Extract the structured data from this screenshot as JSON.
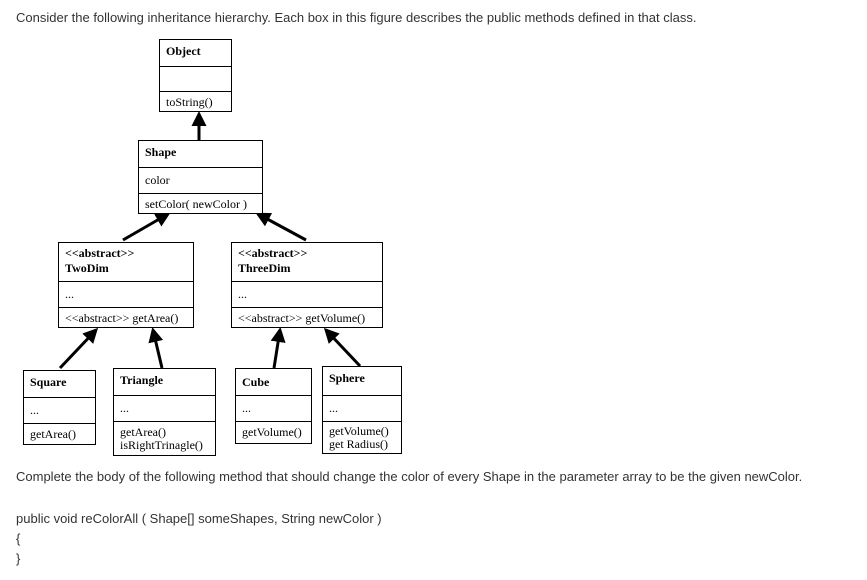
{
  "intro": "Consider the following inheritance hierarchy.  Each box in this figure describes the public methods defined in that class.",
  "classes": {
    "object": {
      "name": "Object",
      "attrs": "",
      "methods": [
        "toString()"
      ]
    },
    "shape": {
      "name": "Shape",
      "attrs": "color",
      "methods": [
        "setColor( newColor )"
      ]
    },
    "twodim": {
      "stereotype": "<<abstract>>",
      "name": "TwoDim",
      "attrs": "...",
      "methods": [
        "<<abstract>> getArea()"
      ]
    },
    "threedim": {
      "stereotype": "<<abstract>>",
      "name": "ThreeDim",
      "attrs": "...",
      "methods": [
        "<<abstract>> getVolume()"
      ]
    },
    "square": {
      "name": "Square",
      "attrs": "...",
      "methods": [
        "getArea()"
      ]
    },
    "triangle": {
      "name": "Triangle",
      "attrs": "...",
      "methods": [
        "getArea()",
        "isRightTrinagle()"
      ]
    },
    "cube": {
      "name": "Cube",
      "attrs": "...",
      "methods": [
        "getVolume()"
      ]
    },
    "sphere": {
      "name": "Sphere",
      "attrs": "...",
      "methods": [
        "getVolume()",
        "get Radius()"
      ]
    }
  },
  "question": "Complete the body of the following method that should change the color of every Shape in the parameter array to be the given newColor.",
  "code": {
    "signature": "public void reColorAll ( Shape[]  someShapes, String newColor )",
    "open_brace": "{",
    "close_brace": "}"
  }
}
